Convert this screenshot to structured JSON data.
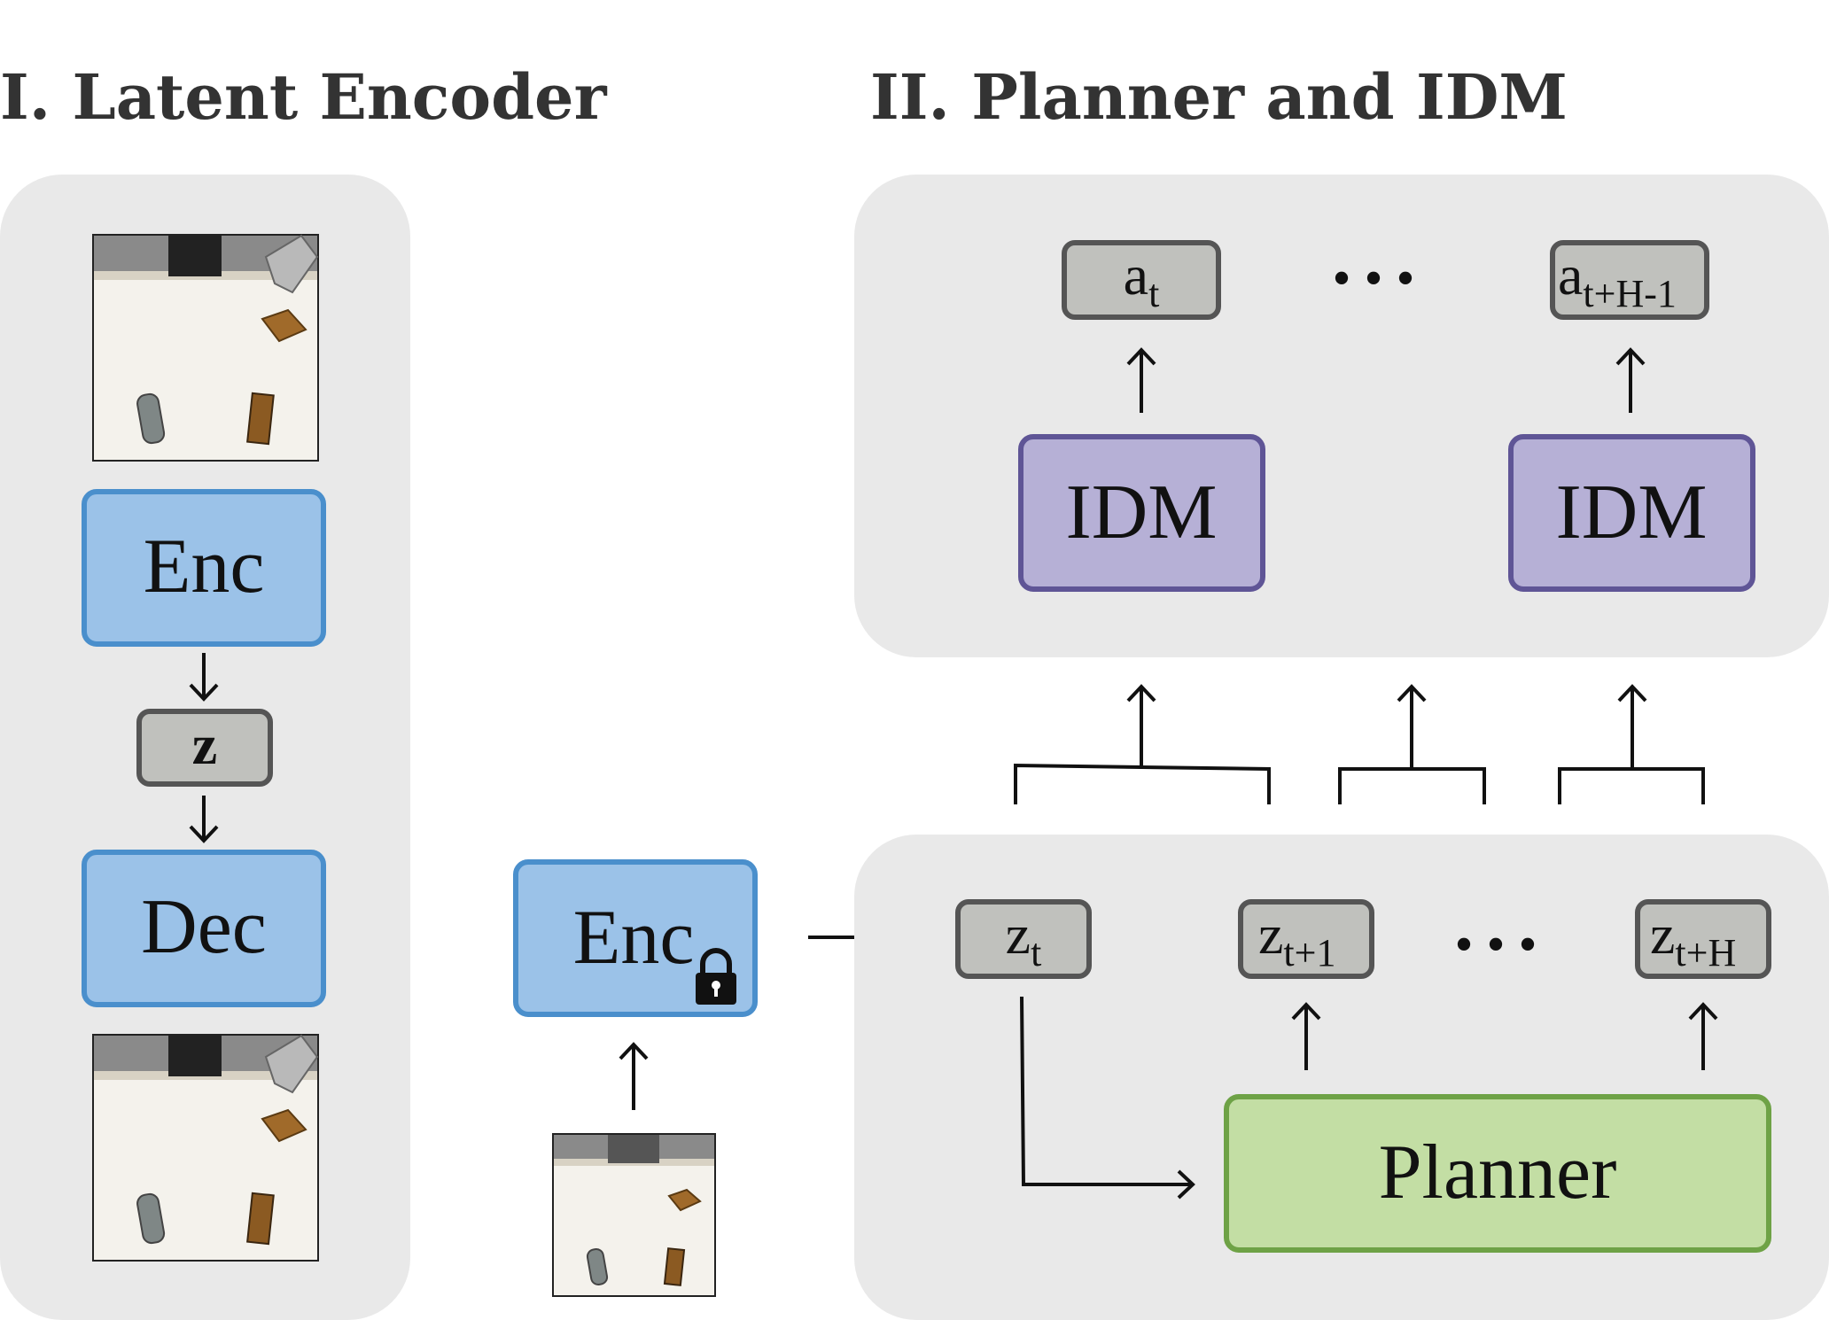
{
  "sections": {
    "latent_encoder_title": "I. Latent Encoder",
    "planner_idm_title": "II. Planner and IDM"
  },
  "latent_encoder": {
    "enc_label": "Enc",
    "z_label": "z",
    "dec_label": "Dec"
  },
  "frozen_encoder": {
    "label": "Enc",
    "lock_icon": "lock-icon"
  },
  "latents": {
    "z_base": "z",
    "z_t_sub": "t",
    "z_t1_sub": "t+1",
    "z_tH_sub": "t+H",
    "ellipsis": "• • •"
  },
  "actions": {
    "a_base": "a",
    "a_t_sub": "t",
    "a_tH1_sub": "t+H-1",
    "ellipsis": "• • •"
  },
  "idm": {
    "label_left": "IDM",
    "label_right": "IDM"
  },
  "planner": {
    "label": "Planner"
  },
  "colors": {
    "panel_bg": "#e9e9e9",
    "enc_fill": "#9bc2e8",
    "enc_stroke": "#4a8fcc",
    "token_fill": "#c0c1bd",
    "token_stroke": "#555555",
    "idm_fill": "#b6b0d6",
    "idm_stroke": "#5f5596",
    "planner_fill": "#c3dea4",
    "planner_stroke": "#6ea246"
  }
}
